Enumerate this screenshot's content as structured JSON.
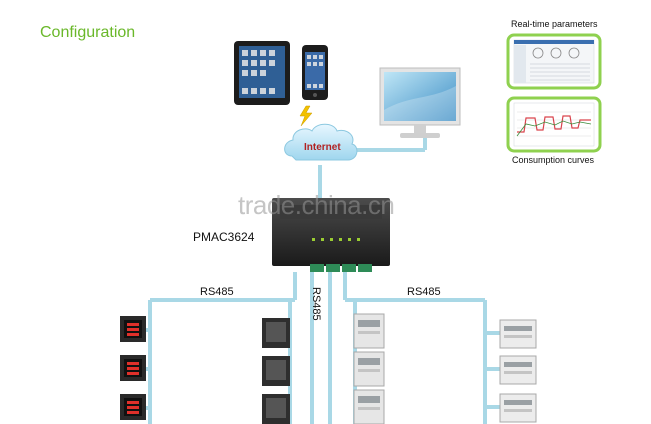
{
  "diagram": {
    "title": "Configuration",
    "internet_label": "Internet",
    "device_label": "PMAC3624",
    "rs485_left": "RS485",
    "rs485_middle": "RS485",
    "rs485_right": "RS485",
    "realtime_caption": "Real-time parameters",
    "curves_caption": "Consumption curves",
    "watermark": "trade.china.cn",
    "colors": {
      "title": "#6ab82a",
      "connector": "#a9d8e6",
      "thumbnail_border": "#8fd14f",
      "internet_text": "#b22222"
    }
  }
}
